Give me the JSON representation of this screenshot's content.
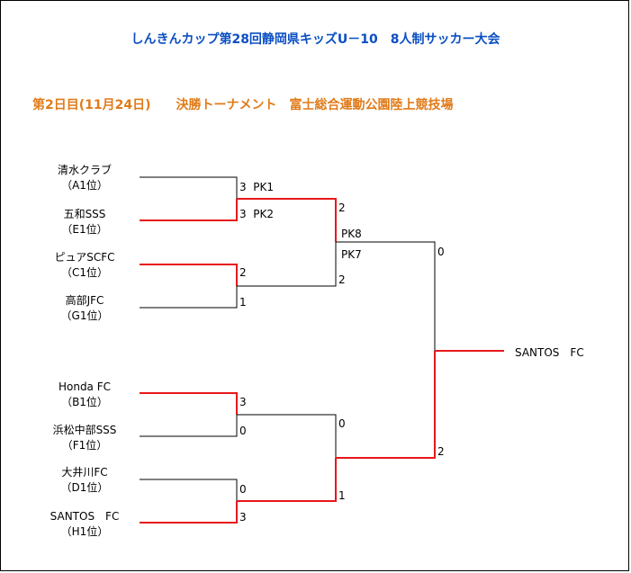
{
  "title": "しんきんカップ第28回静岡県キッズU－10　8人制サッカー大会",
  "subtitle": "第2日目(11月24日)　　決勝トーナメント　富士総合運動公園陸上競技場",
  "colors": {
    "title": "#0b4fc2",
    "subtitle": "#e07b1a",
    "winner_line": "#e8171a",
    "loser_line": "#000000"
  },
  "teams": [
    {
      "name": "清水クラブ",
      "seed": "（A1位）"
    },
    {
      "name": "五和SSS",
      "seed": "（E1位）"
    },
    {
      "name": "ピュアSCFC",
      "seed": "（C1位）"
    },
    {
      "name": "高部JFC",
      "seed": "（G1位）"
    },
    {
      "name": "Honda FC",
      "seed": "（B1位）"
    },
    {
      "name": "浜松中部SSS",
      "seed": "（F1位）"
    },
    {
      "name": "大井川FC",
      "seed": "（D1位）"
    },
    {
      "name": "SANTOS　FC",
      "seed": "（H1位）"
    }
  ],
  "round1": [
    {
      "top": "3  PK1",
      "bottom": "3  PK2"
    },
    {
      "top": "2",
      "bottom": "1"
    },
    {
      "top": "3",
      "bottom": "0"
    },
    {
      "top": "0",
      "bottom": "3"
    }
  ],
  "semis": [
    {
      "top": "2",
      "top_pk": "PK8",
      "bottom_pk": "PK7",
      "bottom": "2"
    },
    {
      "top": "0",
      "bottom": "1"
    }
  ],
  "final": {
    "top": "0",
    "bottom": "2"
  },
  "champion": "SANTOS　FC"
}
